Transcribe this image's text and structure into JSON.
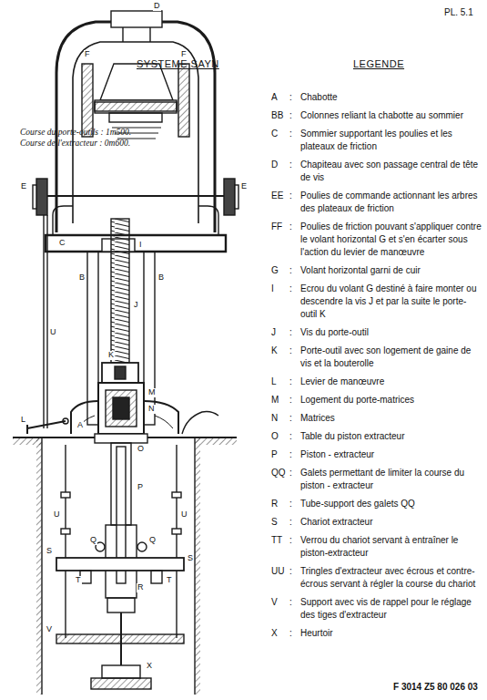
{
  "diagram": {
    "title": "SYSTEME SAYN",
    "labels": [
      "PL. 5.1",
      "LEGENDE",
      "Course du porte-outils : 1m500.",
      "Course de l'extracteur : 0m600.",
      "A",
      ":",
      "BB",
      ":",
      "C",
      ":",
      "D",
      ":",
      "EE",
      ":",
      "FF",
      ":",
      "G",
      ":",
      "I",
      ":",
      "J",
      ":",
      "K",
      ":",
      "L",
      ":",
      "M",
      ":",
      "N",
      ":",
      "O",
      ":",
      "P",
      ":",
      "QQ",
      ":",
      "R",
      ":",
      "S",
      ":",
      "TT",
      ":",
      "UU",
      ":",
      "V",
      ":",
      "X",
      ":",
      "D",
      "E",
      "E",
      "F",
      "F",
      "C",
      "I",
      "B",
      "B",
      "J",
      "U",
      "K",
      "M",
      "L",
      "A",
      "N",
      "O",
      "P",
      "U",
      "U",
      "Q",
      "Q",
      "R",
      "S",
      "S",
      "T",
      "T",
      "V",
      "X",
      "F 3014 Z5 80 026 03"
    ],
    "legend": [
      {
        "text": "Chabotte"
      },
      {
        "text": "Colonnes reliant la chabotte au sommier"
      },
      {
        "text": "Sommier supportant les poulies et les plateaux de friction"
      },
      {
        "text": "Chapiteau avec son passage central de tête de vis"
      },
      {
        "text": "Poulies de commande actionnant les arbres des plateaux de friction"
      },
      {
        "text": "Poulies de friction pouvant s'appliquer contre le volant horizontal G et s'en écarter sous l'action du levier de manœuvre"
      },
      {
        "text": "Volant horizontal garni de cuir"
      },
      {
        "text": "Ecrou du volant G destiné à faire monter ou descendre la vis J et par la suite le porte-outil K"
      },
      {
        "text": "Vis du porte-outil"
      },
      {
        "text": "Porte-outil avec son logement de gaine de vis et la bouterolle"
      },
      {
        "text": "Levier de manœuvre"
      },
      {
        "text": "Logement du porte-matrices"
      },
      {
        "text": "Matrices"
      },
      {
        "text": "Table du piston extracteur"
      },
      {
        "text": "Piston - extracteur"
      },
      {
        "text": "Galets permettant de limiter la course du piston - extracteur"
      },
      {
        "text": "Tube-support des galets QQ"
      },
      {
        "text": "Chariot extracteur"
      },
      {
        "text": "Verrou du chariot servant à entraîner le piston-extracteur"
      },
      {
        "text": "Tringles d'extracteur avec écrous et contre-écrous servant à régler la course du chariot"
      },
      {
        "text": "Support avec vis de rappel pour le réglage des tiges d'extracteur"
      },
      {
        "text": "Heurtoir"
      }
    ]
  }
}
